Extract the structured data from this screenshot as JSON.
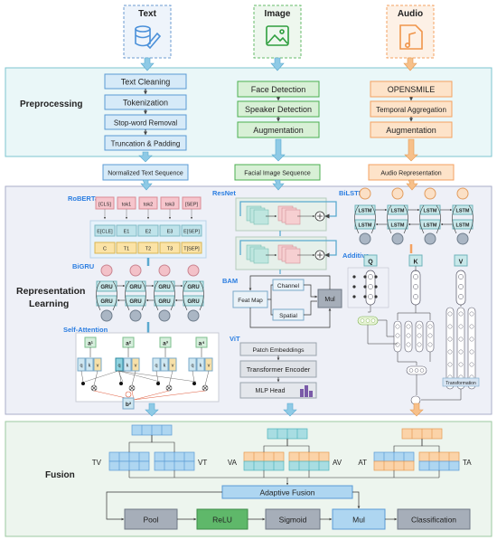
{
  "columns": {
    "text": "Text",
    "image": "Image",
    "audio": "Audio"
  },
  "sections": {
    "preprocessing": "Preprocessing",
    "representation_line1": "Representation",
    "representation_line2": "Learning",
    "fusion": "Fusion"
  },
  "text_pre": [
    "Text Cleaning",
    "Tokenization",
    "Stop-word Removal",
    "Truncation & Padding"
  ],
  "image_pre": [
    "Face Detection",
    "Speaker Detection",
    "Augmentation"
  ],
  "audio_pre": [
    "OPENSMILE",
    "Temporal Aggregation",
    "Augmentation"
  ],
  "outputs": {
    "text": "Normalized Text Sequence",
    "image": "Facial Image Sequence",
    "audio": "Audio Representation"
  },
  "text_models": {
    "roberta": "RoBERTa",
    "bigru": "BiGRU",
    "self_attention": "Self-Attention"
  },
  "roberta": {
    "tokens": [
      "[CLS]",
      "tok1",
      "tok2",
      "tok3",
      "[SEP]"
    ],
    "embeddings": [
      "E[CLE]",
      "E1",
      "E2",
      "E3",
      "E[SEP]"
    ],
    "outputs": [
      "C",
      "T1",
      "T2",
      "T3",
      "T[SEP]"
    ]
  },
  "gru_label": "GRU",
  "attention": {
    "heads": [
      "a¹",
      "a²",
      "a³",
      "a⁴"
    ],
    "qkv": [
      "q",
      "k",
      "v"
    ],
    "output": "b²"
  },
  "image_models": {
    "resnet": "ResNet",
    "bam": "BAM",
    "vit": "ViT"
  },
  "bam": {
    "feat_map": "Feat Map",
    "channel": "Channel",
    "spatial": "Spatial",
    "mul": "Mul"
  },
  "vit": [
    "Patch Embeddings",
    "Transformer Encoder",
    "MLP Head"
  ],
  "audio_models": {
    "bilstm": "BiLSTM",
    "additive": "Additive"
  },
  "lstm_label": "LSTM",
  "additive": {
    "q": "Q",
    "k": "K",
    "v": "V",
    "transformation": "Transformation"
  },
  "fusion": {
    "pairs": [
      "TV",
      "VT",
      "VA",
      "AV",
      "AT",
      "TA"
    ],
    "adaptive": "Adaptive Fusion",
    "chain": [
      "Pool",
      "ReLU",
      "Sigmoid",
      "Mul",
      "Classification"
    ]
  },
  "colors": {
    "text": "#5b9bd5",
    "image": "#4caf50",
    "audio": "#f4a261",
    "pre_bg": "#eaf7f8",
    "rep_bg": "#eef0f7",
    "fusion_bg": "#edf5ee"
  }
}
